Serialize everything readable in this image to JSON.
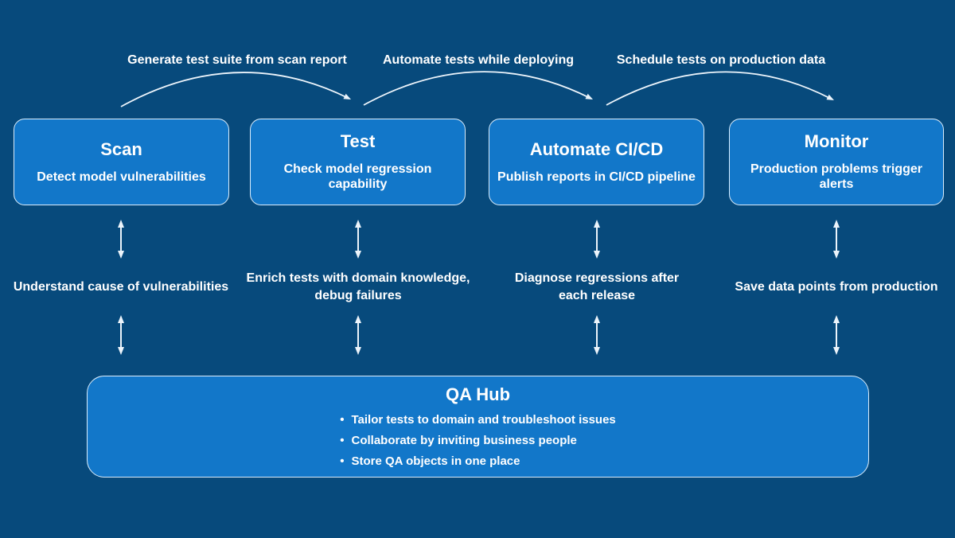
{
  "canvas": {
    "bg_color": "#074a7c",
    "box_fill_color": "#1277c9",
    "box_border_color": "#d9ecfb",
    "text_color": "#ffffff",
    "arrow_color": "#ecf4fb"
  },
  "top_arrows": [
    {
      "label": "Generate test suite from scan report"
    },
    {
      "label": "Automate tests while deploying"
    },
    {
      "label": "Schedule tests on production data"
    }
  ],
  "stages": [
    {
      "title": "Scan",
      "subtitle": "Detect model vulnerabilities",
      "feedback": "Understand cause of vulnerabilities"
    },
    {
      "title": "Test",
      "subtitle": "Check model regression capability",
      "feedback": "Enrich tests with domain knowledge,\ndebug failures"
    },
    {
      "title": "Automate CI/CD",
      "subtitle": "Publish reports in CI/CD pipeline",
      "feedback": "Diagnose regressions after\neach release"
    },
    {
      "title": "Monitor",
      "subtitle": "Production problems trigger alerts",
      "feedback": "Save data points from production"
    }
  ],
  "qa_hub": {
    "title": "QA Hub",
    "bullets": [
      "Tailor tests to domain and troubleshoot issues",
      "Collaborate by inviting business people",
      "Store QA objects in one place"
    ]
  }
}
